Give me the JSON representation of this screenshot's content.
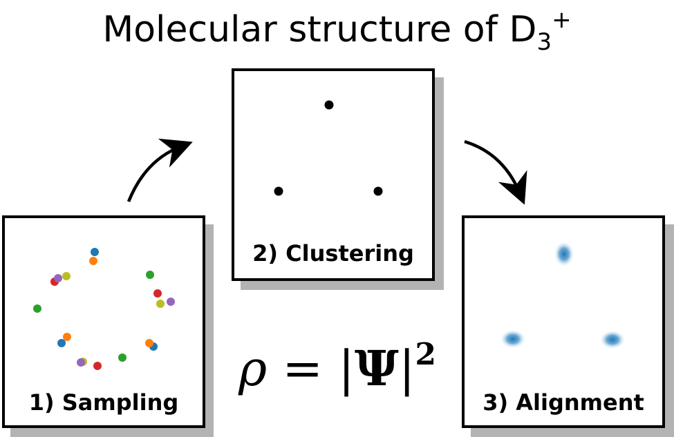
{
  "title": {
    "main": "Molecular structure of D",
    "sub": "3",
    "sup": "+"
  },
  "panels": {
    "sampling": {
      "label": "1) Sampling"
    },
    "clustering": {
      "label": "2) Clustering"
    },
    "alignment": {
      "label": "3) Alignment"
    }
  },
  "formula": {
    "lhs": "ρ",
    "eq": " = |",
    "psi": "Ψ",
    "rhs": "|",
    "exp": "2"
  },
  "colors": {
    "blue": "#1f77b4",
    "orange": "#ff7f0e",
    "green": "#2ca02c",
    "red": "#d62728",
    "purple": "#9467bd",
    "olive": "#bcbd22",
    "shadow": "#b3b3b3"
  }
}
